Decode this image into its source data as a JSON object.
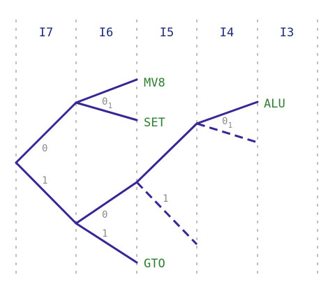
{
  "columns": [
    "I7",
    "I6",
    "I5",
    "I4",
    "I3"
  ],
  "leaves": {
    "mv8": "MV8",
    "set": "SET",
    "alu": "ALU",
    "gto": "GTO"
  },
  "bits": {
    "root_upper": "0",
    "root_lower": "1",
    "upper_node": "0",
    "upper_node_sub": "1",
    "i4_node": "0",
    "i4_node_sub": "1",
    "lower_upper": "0",
    "lower_lower": "1",
    "i5_dashed": "1"
  },
  "colors": {
    "edge": "#3a2596",
    "leaf_text": "#2e7d32",
    "column_text": "#1f2a7a",
    "bit_text": "#8a8a8a",
    "grid": "#7f7f7f"
  }
}
